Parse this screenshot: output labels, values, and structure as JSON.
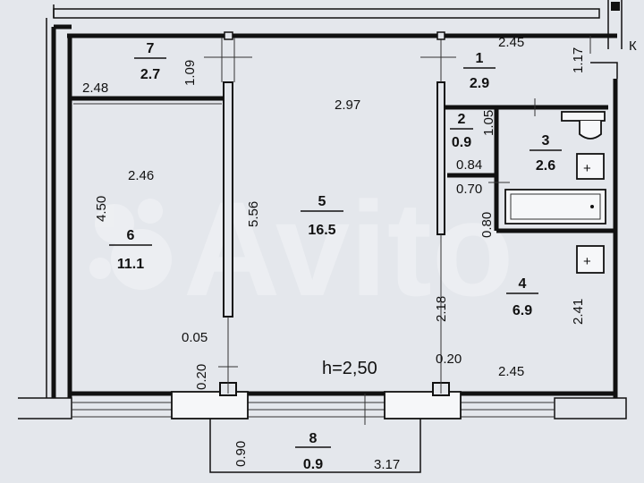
{
  "plan": {
    "height_label": "h=2,50",
    "watermark": "Avito",
    "edge_mark": "К"
  },
  "rooms": [
    {
      "number": "1",
      "area": "2.9"
    },
    {
      "number": "2",
      "area": "0.9"
    },
    {
      "number": "3",
      "area": "2.6"
    },
    {
      "number": "4",
      "area": "6.9"
    },
    {
      "number": "5",
      "area": "16.5"
    },
    {
      "number": "6",
      "area": "11.1"
    },
    {
      "number": "7",
      "area": "2.7"
    },
    {
      "number": "8",
      "area": "0.9"
    }
  ],
  "dimensions": {
    "room7_width": "2.48",
    "room7_depth": "1.09",
    "room1_width": "2.45",
    "room1_depth": "1.17",
    "room5_width": "2.97",
    "room5_depth": "5.56",
    "room6_width": "2.46",
    "room6_depth": "4.50",
    "room2_depth": "1.05",
    "room2_width": "0.84",
    "bath_gap": "0.70",
    "bath_depth": "0.80",
    "room4_depth": "2.41",
    "room4_width": "2.45",
    "partition_low": "2.18",
    "partition_gap": "0.05",
    "wall_stub_left": "0.20",
    "wall_stub_right": "0.20",
    "balcony_depth": "0.90",
    "balcony_width": "3.17"
  }
}
